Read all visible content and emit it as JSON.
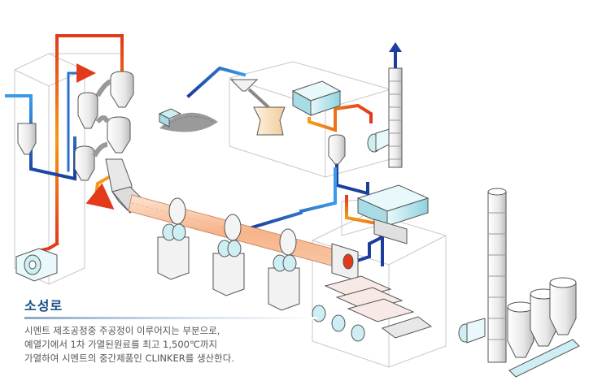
{
  "title": "소성로",
  "description_lines": [
    "시멘트 제조공정중 주공정이 이루어지는 부분으로,",
    "예열기에서 1차 가열된원료를 최고 1,500℃까지",
    "가열하여 시멘트의 중간제품인 CLINKER를 생산한다."
  ],
  "colors": {
    "hot": "#e23a1a",
    "warm": "#f59a16",
    "cold": "#1c3f9e",
    "equipment_fill": "#f2f2f2",
    "equipment_stroke": "#555555",
    "cyan_unit": "#cdeef2",
    "kiln_tube": "#f7b48a",
    "title": "#1a4f86"
  },
  "icons": [
    "fan-icon",
    "silo-icon",
    "flow-arrow-icon"
  ]
}
